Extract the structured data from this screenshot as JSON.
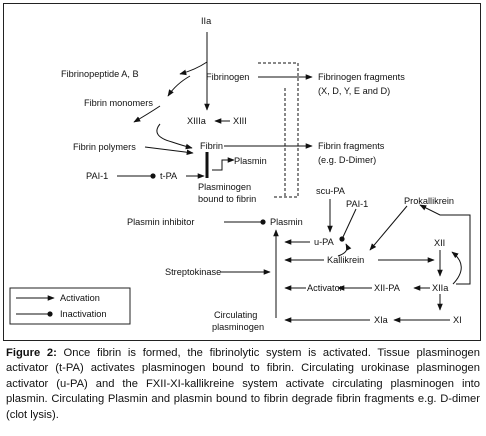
{
  "diagram": {
    "nodes": {
      "iia": "IIa",
      "fibrinopeptide": "Fibrinopeptide A, B",
      "fibrinogen": "Fibrinogen",
      "fibrinogen_fragments_1": "Fibrinogen fragments",
      "fibrinogen_fragments_2": "(X, D, Y, E and D)",
      "fibrin_monomers": "Fibrin monomers",
      "xiiia": "XIIIa",
      "xiii": "XIII",
      "fibrin_polymers": "Fibrin polymers",
      "fibrin": "Fibrin",
      "fibrin_fragments_1": "Fibrin fragments",
      "fibrin_fragments_2": "(e.g. D-Dimer)",
      "plasmin_bound": "Plasmin",
      "pai1_left": "PAI-1",
      "tpa": "t-PA",
      "plasminogen_bound_1": "Plasminogen",
      "plasminogen_bound_2": "bound to fibrin",
      "scupa": "scu-PA",
      "pai1_right": "PAI-1",
      "prokallikrein": "Prokallikrein",
      "plasmin_inhibitor": "Plasmin inhibitor",
      "plasmin": "Plasmin",
      "upa": "u-PA",
      "kallikrein": "Kallikrein",
      "xii": "XII",
      "xiia": "XIIa",
      "streptokinase": "Streptokinase",
      "activator": "Activator",
      "xiipa": "XII-PA",
      "circulating_1": "Circulating",
      "circulating_2": "plasminogen",
      "xia": "XIa",
      "xi": "XI"
    }
  },
  "legend": {
    "activation": "Activation",
    "inactivation": "Inactivation"
  },
  "caption": {
    "label": "Figure 2:",
    "text": " Once fibrin is formed, the fibrinolytic system is activated. Tissue plasminogen activator (t-PA) activates plasminogen bound to fibrin. Circulating urokinase plasminogen activator (u-PA) and the FXII-XI-kallikreine system activate circulating plasminogen into plasmin. Circulating Plasmin and plasmin bound to fibrin degrade fibrin fragments e.g. D-dimer (clot lysis)."
  }
}
